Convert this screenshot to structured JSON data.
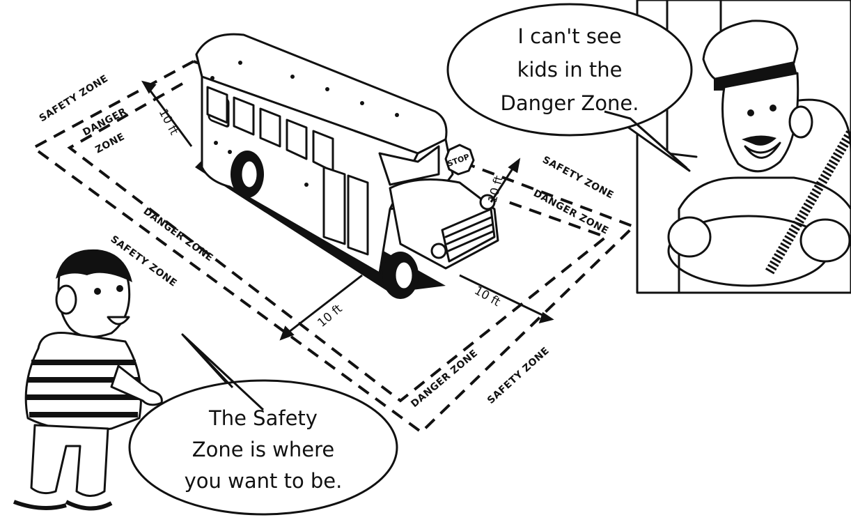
{
  "zones": {
    "safety_top_left": "SAFETY ZONE",
    "danger_top_left": "DANGER",
    "danger_top_left_2": "ZONE",
    "safety_front_right": "SAFETY ZONE",
    "danger_front_right": "DANGER ZONE",
    "danger_left_side": "DANGER ZONE",
    "safety_left_side": "SAFETY ZONE",
    "danger_bottom": "DANGER ZONE",
    "safety_bottom": "SAFETY ZONE"
  },
  "measurements": {
    "rear": "10 ft",
    "front": "10 ft",
    "side_left": "10 ft",
    "side_right": "10 ft"
  },
  "bus": {
    "stop_sign": "STOP"
  },
  "driver_bubble": {
    "line1": "I can't see",
    "line2": "kids in the",
    "line3": "Danger Zone."
  },
  "kid_bubble": {
    "line1": "The Safety",
    "line2": "Zone is where",
    "line3": "you want to be."
  }
}
